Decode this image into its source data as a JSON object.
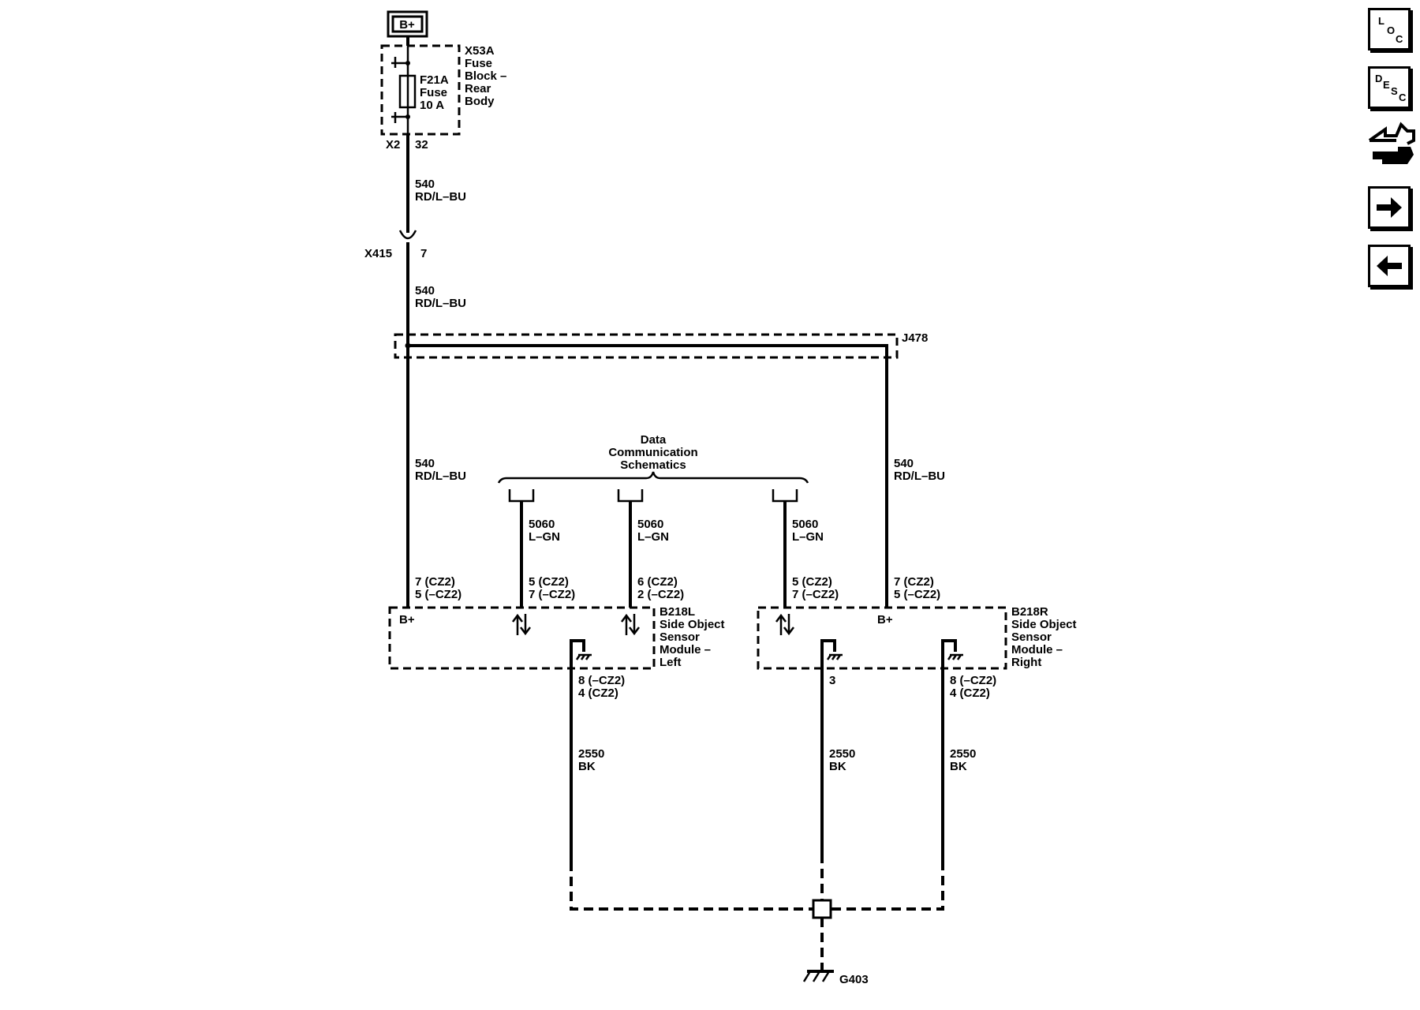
{
  "power": {
    "source": "B+"
  },
  "fuse_block": {
    "ref": "X53A",
    "name_lines": [
      "Fuse",
      "Block –",
      "Rear",
      "Body"
    ],
    "fuse_ref": "F21A",
    "fuse_word": "Fuse",
    "fuse_rating": "10 A",
    "connector": "X2",
    "pin": "32"
  },
  "wire_540": {
    "circuit": "540",
    "color": "RD/L–BU"
  },
  "inline_connector": {
    "ref": "X415",
    "pin": "7"
  },
  "splice_pack": {
    "ref": "J478"
  },
  "data_comm": {
    "lines": [
      "Data",
      "Communication",
      "Schematics"
    ]
  },
  "wire_5060": {
    "circuit": "5060",
    "color": "L–GN"
  },
  "module_left": {
    "ref": "B218L",
    "name_lines": [
      "Side Object",
      "Sensor",
      "Module –",
      "Left"
    ],
    "bplus_label": "B+",
    "bplus_pins": [
      "7 (CZ2)",
      "5 (–CZ2)"
    ],
    "data_pins_1": [
      "5 (CZ2)",
      "7 (–CZ2)"
    ],
    "data_pins_2": [
      "6 (CZ2)",
      "2 (–CZ2)"
    ],
    "ground_pins": [
      "8 (–CZ2)",
      "4 (CZ2)"
    ]
  },
  "module_right": {
    "ref": "B218R",
    "name_lines": [
      "Side Object",
      "Sensor",
      "Module –",
      "Right"
    ],
    "bplus_label": "B+",
    "data_pins": [
      "5 (CZ2)",
      "7 (–CZ2)"
    ],
    "bplus_pins": [
      "7 (CZ2)",
      "5 (–CZ2)"
    ],
    "ground_pin_a": "3",
    "ground_pins_b": [
      "8 (–CZ2)",
      "4 (CZ2)"
    ]
  },
  "wire_2550": {
    "circuit": "2550",
    "color": "BK"
  },
  "ground": {
    "ref": "G403"
  },
  "nav_buttons": {
    "loc": [
      "L",
      "O",
      "C"
    ],
    "desc": [
      "D",
      "E",
      "S",
      "C"
    ],
    "connector_icon": "connector-end-view-icon",
    "next_icon": "arrow-right-icon",
    "prev_icon": "arrow-left-icon"
  }
}
